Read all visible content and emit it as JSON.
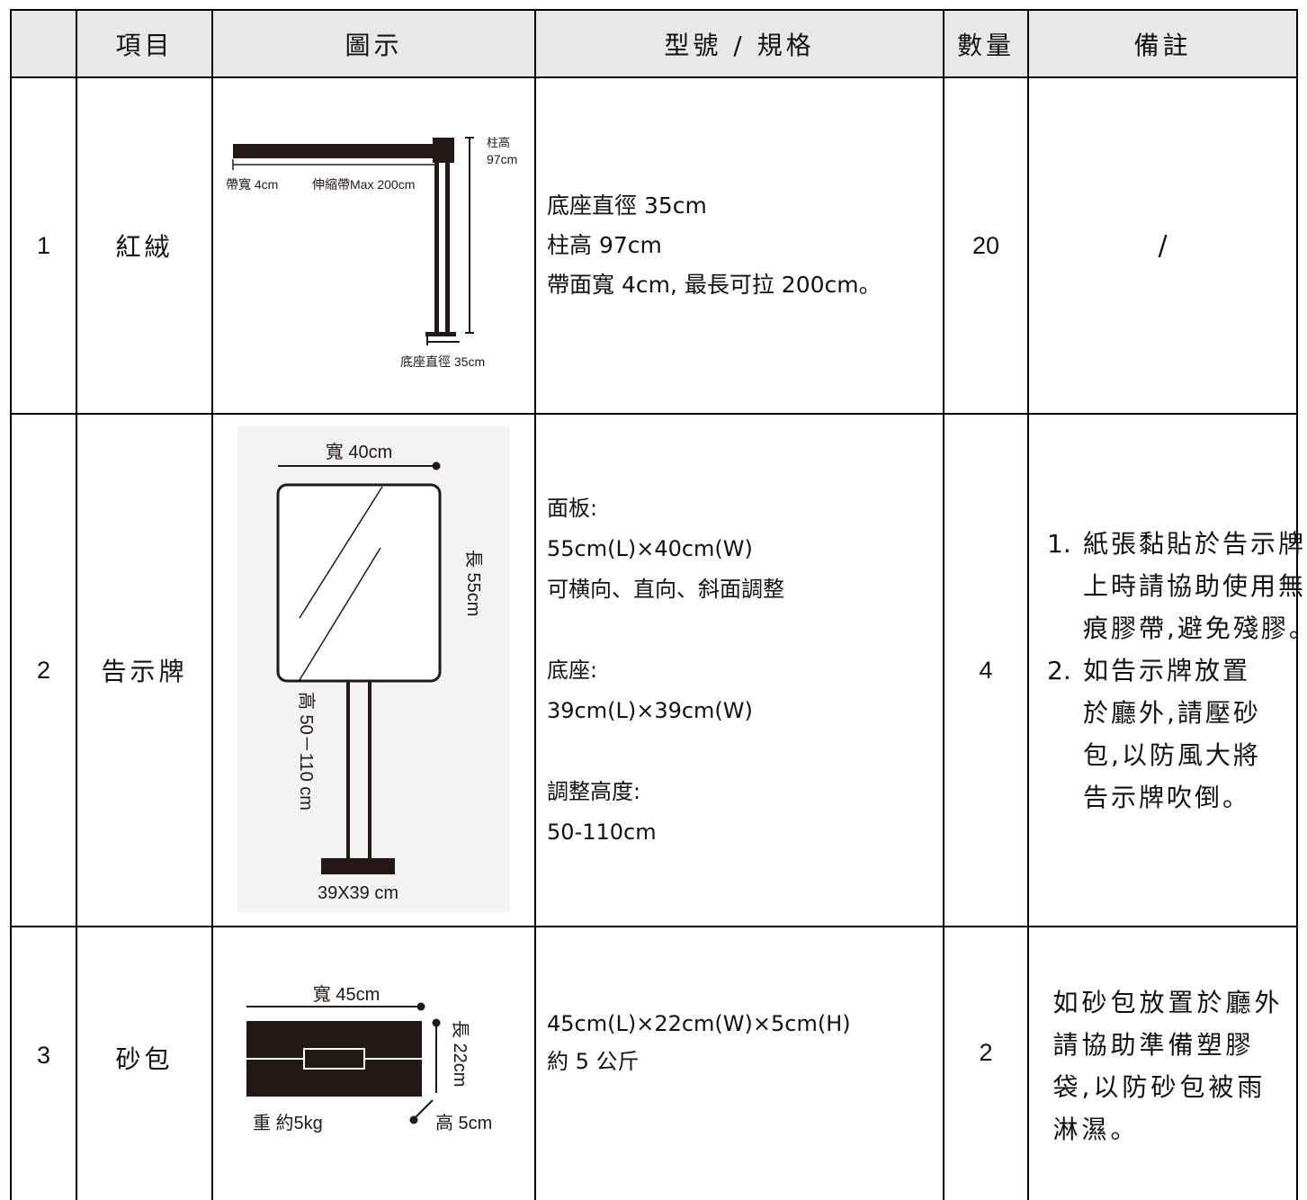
{
  "header": {
    "col_index": "",
    "col_item": "項目",
    "col_image": "圖示",
    "col_spec": "型號 / 規格",
    "col_qty": "數量",
    "col_note": "備註"
  },
  "rows": [
    {
      "index": "1",
      "item": "紅絨",
      "spec": "底座直徑 35cm\n柱高 97cm\n帶面寬 4cm, 最長可拉 200cm。",
      "qty": "20",
      "note": "/",
      "diagram": {
        "label_height": "柱高",
        "label_height_val": "97cm",
        "label_belt_width": "帶寬 4cm",
        "label_belt_len": "伸縮帶Max 200cm",
        "label_base": "底座直徑 35cm"
      }
    },
    {
      "index": "2",
      "item": "告示牌",
      "spec": "面板:\n55cm(L)×40cm(W)\n可横向、直向、斜面調整\n\n底座:\n39cm(L)×39cm(W)\n\n調整高度:\n50-110cm",
      "qty": "4",
      "notes": [
        {
          "marker": "1.",
          "text": "紙張黏貼於告示牌上時請協助使用無痕膠帶,避免殘膠。"
        },
        {
          "marker": "2.",
          "text": "如告示牌放置於廳外,請壓砂包,以防風大將告示牌吹倒。"
        }
      ],
      "diagram": {
        "label_width": "寬 40cm",
        "label_length": "長 55cm",
        "label_height": "高 50－110 cm",
        "label_base": "39X39 cm"
      }
    },
    {
      "index": "3",
      "item": "砂包",
      "spec": "45cm(L)×22cm(W)×5cm(H)\n約 5 公斤",
      "qty": "2",
      "note": "如砂包放置於廳外請協助準備塑膠袋,以防砂包被雨淋濕。",
      "diagram": {
        "label_width": "寬 45cm",
        "label_length": "長 22cm",
        "label_weight": "重 約5kg",
        "label_height": "高 5cm"
      }
    }
  ],
  "colors": {
    "line": "#000000",
    "header_bg": "#e8e8e8",
    "diagram_fill": "#231815",
    "diagram_bg": "#f3f3f3"
  }
}
